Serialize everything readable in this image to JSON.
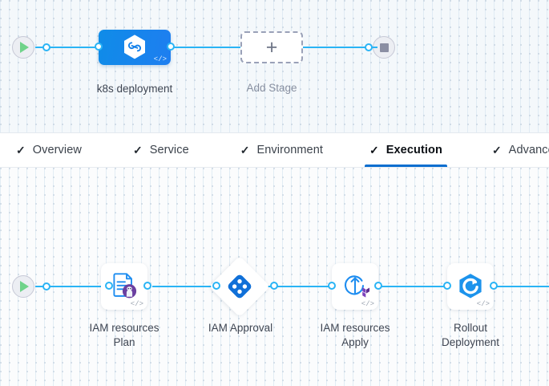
{
  "stage_canvas": {
    "start_node": {
      "name": "Pipeline Start",
      "icon": "play-icon"
    },
    "end_node": {
      "name": "Pipeline End",
      "icon": "stop-icon"
    },
    "stages": [
      {
        "label": "k8s deployment",
        "icon": "harness-hexagon-icon",
        "badge": "</>"
      }
    ],
    "add_stage": {
      "label": "Add Stage",
      "icon": "plus-icon"
    }
  },
  "tabs": [
    {
      "label": "Overview",
      "icon": "check-icon",
      "active": false
    },
    {
      "label": "Service",
      "icon": "check-icon",
      "active": false
    },
    {
      "label": "Environment",
      "icon": "check-icon",
      "active": false
    },
    {
      "label": "Execution",
      "icon": "check-icon",
      "active": true
    },
    {
      "label": "Advanced",
      "icon": "check-icon",
      "active": false
    }
  ],
  "steps_canvas": {
    "start_node": {
      "name": "Execution Start",
      "icon": "play-icon"
    },
    "steps": [
      {
        "label_line1": "IAM resources",
        "label_line2": "Plan",
        "icon": "terraform-plan-icon",
        "badge": "</>",
        "shape": "card"
      },
      {
        "label_line1": "IAM Approval",
        "label_line2": "",
        "icon": "harness-approval-icon",
        "badge": "",
        "shape": "diamond"
      },
      {
        "label_line1": "IAM resources",
        "label_line2": "Apply",
        "icon": "terraform-apply-icon",
        "badge": "</>",
        "shape": "card"
      },
      {
        "label_line1": "Rollout",
        "label_line2": "Deployment",
        "icon": "rollout-deployment-icon",
        "badge": "</>",
        "shape": "card"
      }
    ]
  },
  "colors": {
    "connector": "#2ab4f5",
    "stage_blue": "#1380ea",
    "active_tab_underline": "#0b6ecf",
    "terraform_purple": "#7b42bc",
    "play_green": "#6fd38a",
    "stop_gray": "#8b8fa3"
  }
}
